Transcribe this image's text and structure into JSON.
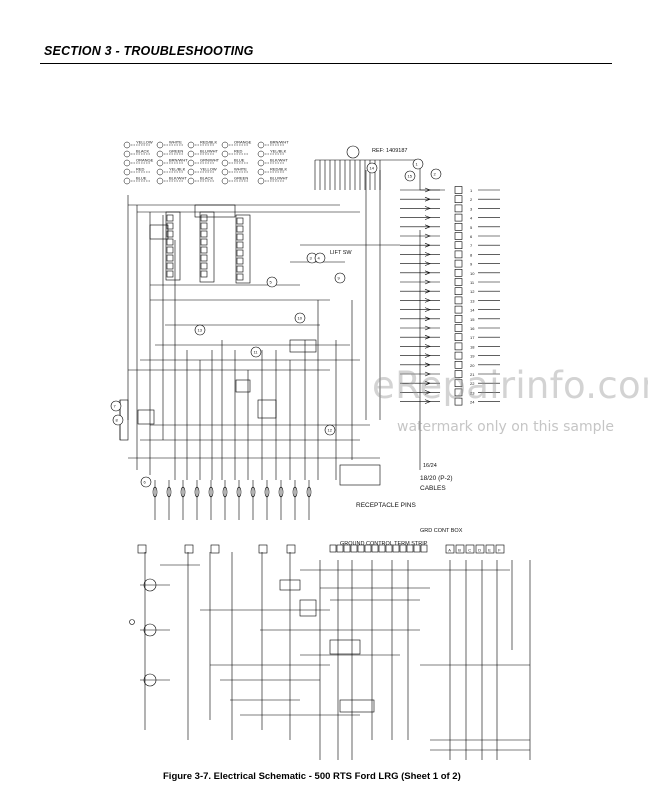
{
  "header": {
    "section_title": "SECTION 3 - TROUBLESHOOTING"
  },
  "schematic": {
    "ref_label": "REF: 1409187",
    "lift_sw": "LIFT SW",
    "receptacle_pins": "RECEPTACLE PINS",
    "cables_a": "16/24",
    "cables_b": "18/20 (P-2)",
    "cables_c": "CABLES",
    "grd_cont_box": "GRD CONT BOX",
    "ground_control_term_strip": "GROUND CONTROL TERM STRIP",
    "wire_labels": [
      "YELLOW",
      "BLACK",
      "ORANGE",
      "RED",
      "BLUE",
      "WHITE",
      "GREEN",
      "BRN/WHT",
      "YEL/BLK",
      "BLK/WHT",
      "RED/BLK",
      "BLU/WHT",
      "GRN/WHT"
    ],
    "callouts": [
      "1",
      "2",
      "3",
      "4",
      "5",
      "6",
      "7",
      "8",
      "9",
      "10",
      "11",
      "12",
      "13",
      "14",
      "15"
    ],
    "right_terminals": [
      "1",
      "2",
      "3",
      "4",
      "5",
      "6",
      "7",
      "8",
      "9",
      "10",
      "11",
      "12",
      "13",
      "14",
      "15",
      "16",
      "17",
      "18",
      "19",
      "20",
      "21",
      "22",
      "23",
      "24"
    ],
    "bottom_terminals": [
      "A",
      "B",
      "C",
      "D",
      "E",
      "F"
    ]
  },
  "watermark": {
    "main": "eRepairinfo.com",
    "sub": "watermark only on this sample"
  },
  "caption": {
    "text": "Figure 3-7.  Electrical Schematic - 500 RTS Ford LRG (Sheet 1 of 2)"
  }
}
